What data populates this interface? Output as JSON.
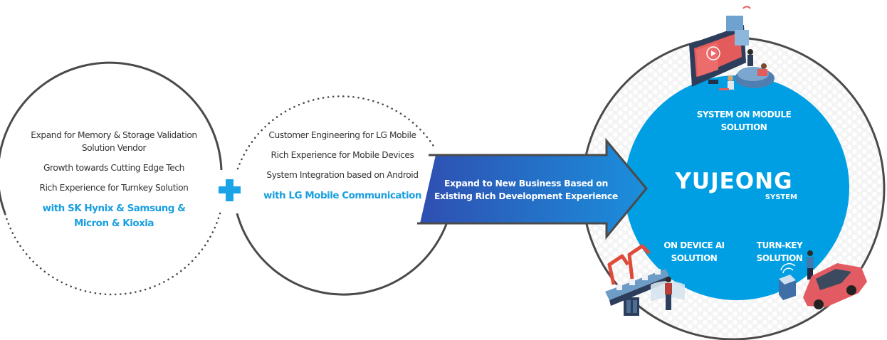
{
  "left_circle": {
    "items": [
      "Expand for Memory & Storage Validation Solution Vendor",
      "Growth towards Cutting Edge Tech",
      "Rich Experience for Turnkey Solution"
    ],
    "partner": "with SK Hynix & Samsung & Micron & Kioxia"
  },
  "plus_icon": "plus-icon",
  "middle_circle": {
    "items": [
      "Customer Engineering for LG Mobile",
      "Rich Experience for Mobile Devices",
      "System Integration based on Android"
    ],
    "partner": "with LG Mobile Communication"
  },
  "arrow": {
    "text": "Expand to New Business Based on Existing Rich Development Experience"
  },
  "right_circle": {
    "logo": "YUJEONG",
    "logo_sub": "SYSTEM",
    "solutions": {
      "som": "SYSTEM ON MODULE SOLUTION",
      "ai": "ON DEVICE AI SOLUTION",
      "turnkey": "TURN-KEY SOLUTION"
    },
    "illustrations": [
      "tv-entertainment-illustration",
      "factory-robot-illustration",
      "car-iot-illustration"
    ]
  },
  "colors": {
    "accent_blue": "#1a9fe0",
    "circle_blue": "#009fe3",
    "arrow_dark": "#2f4fb1",
    "arrow_light": "#1b8fdc",
    "outline": "#4a4a4a",
    "text": "#333333"
  }
}
